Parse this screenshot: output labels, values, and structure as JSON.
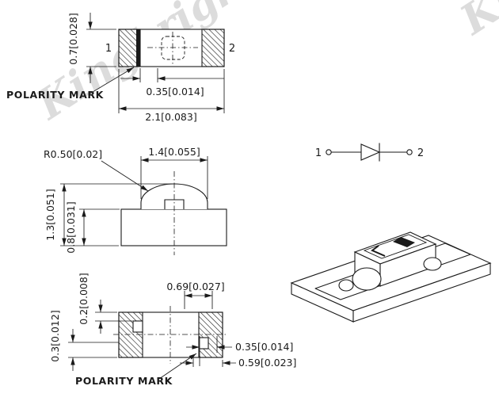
{
  "watermark": {
    "text": "Kingbright",
    "color": "#dcdcdc"
  },
  "colors": {
    "line": "#1a1a1a",
    "background": "#ffffff"
  },
  "top_view": {
    "pin1_label": "1",
    "pin2_label": "2",
    "dim_height": "0.7[0.028]",
    "dim_polarity_width": "0.35[0.014]",
    "dim_width": "2.1[0.083]",
    "polarity_mark_label": "POLARITY MARK"
  },
  "side_view": {
    "dim_lens_radius": "R0.50[0.02]",
    "dim_lens_width": "1.4[0.055]",
    "dim_total_height": "1.3[0.051]",
    "dim_body_height": "0.8[0.031]"
  },
  "bottom_view": {
    "dim_notch_depth": "0.2[0.008]",
    "dim_notch_offset": "0.69[0.027]",
    "dim_pad_depth": "0.3[0.012]",
    "dim_mark_width": "0.35[0.014]",
    "dim_pad_width": "0.59[0.023]",
    "polarity_mark_label": "POLARITY MARK"
  },
  "schematic": {
    "pin1_label": "1",
    "pin2_label": "2"
  }
}
